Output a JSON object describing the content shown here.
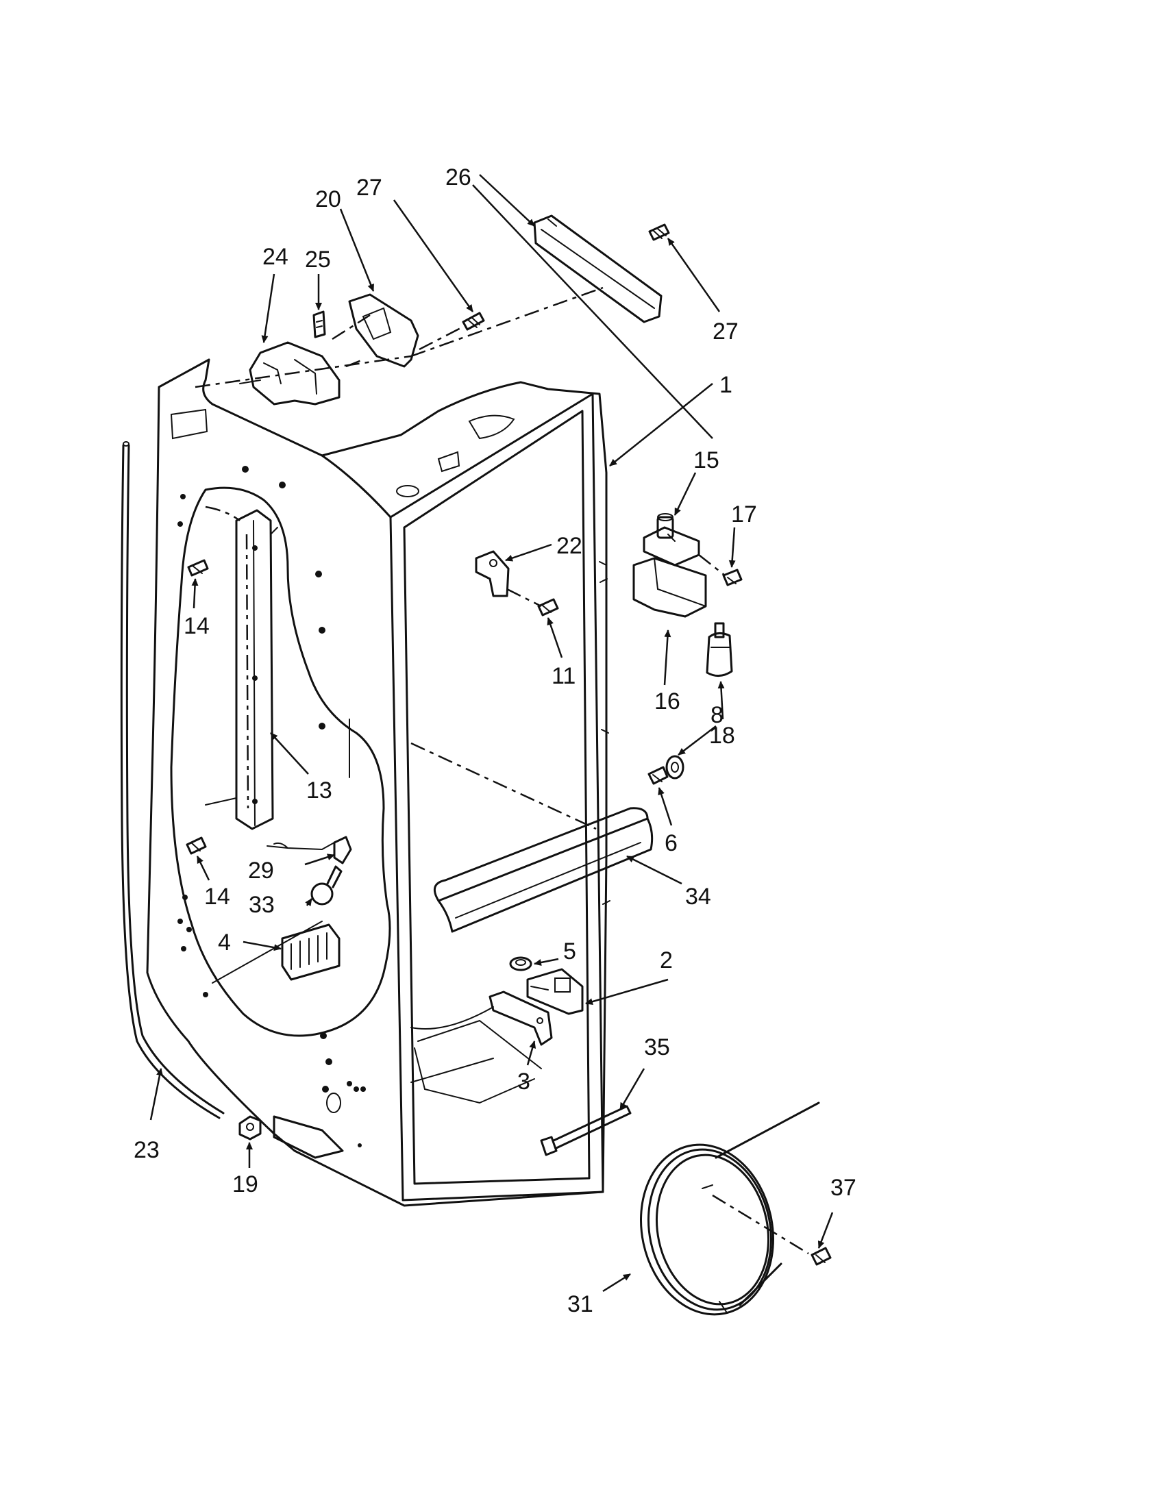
{
  "callouts": [
    {
      "id": "c1",
      "text": "1"
    },
    {
      "id": "c2",
      "text": "2"
    },
    {
      "id": "c3",
      "text": "3"
    },
    {
      "id": "c4",
      "text": "4"
    },
    {
      "id": "c5",
      "text": "5"
    },
    {
      "id": "c6",
      "text": "6"
    },
    {
      "id": "c8",
      "text": "8"
    },
    {
      "id": "c11",
      "text": "11"
    },
    {
      "id": "c13",
      "text": "13"
    },
    {
      "id": "c14a",
      "text": "14"
    },
    {
      "id": "c14b",
      "text": "14"
    },
    {
      "id": "c15",
      "text": "15"
    },
    {
      "id": "c16",
      "text": "16"
    },
    {
      "id": "c17",
      "text": "17"
    },
    {
      "id": "c18",
      "text": "18"
    },
    {
      "id": "c19",
      "text": "19"
    },
    {
      "id": "c20",
      "text": "20"
    },
    {
      "id": "c22",
      "text": "22"
    },
    {
      "id": "c23",
      "text": "23"
    },
    {
      "id": "c24",
      "text": "24"
    },
    {
      "id": "c25",
      "text": "25"
    },
    {
      "id": "c26",
      "text": "26"
    },
    {
      "id": "c27a",
      "text": "27"
    },
    {
      "id": "c27b",
      "text": "27"
    },
    {
      "id": "c29",
      "text": "29"
    },
    {
      "id": "c31",
      "text": "31"
    },
    {
      "id": "c33",
      "text": "33"
    },
    {
      "id": "c34",
      "text": "34"
    },
    {
      "id": "c35",
      "text": "35"
    },
    {
      "id": "c37",
      "text": "37"
    }
  ]
}
